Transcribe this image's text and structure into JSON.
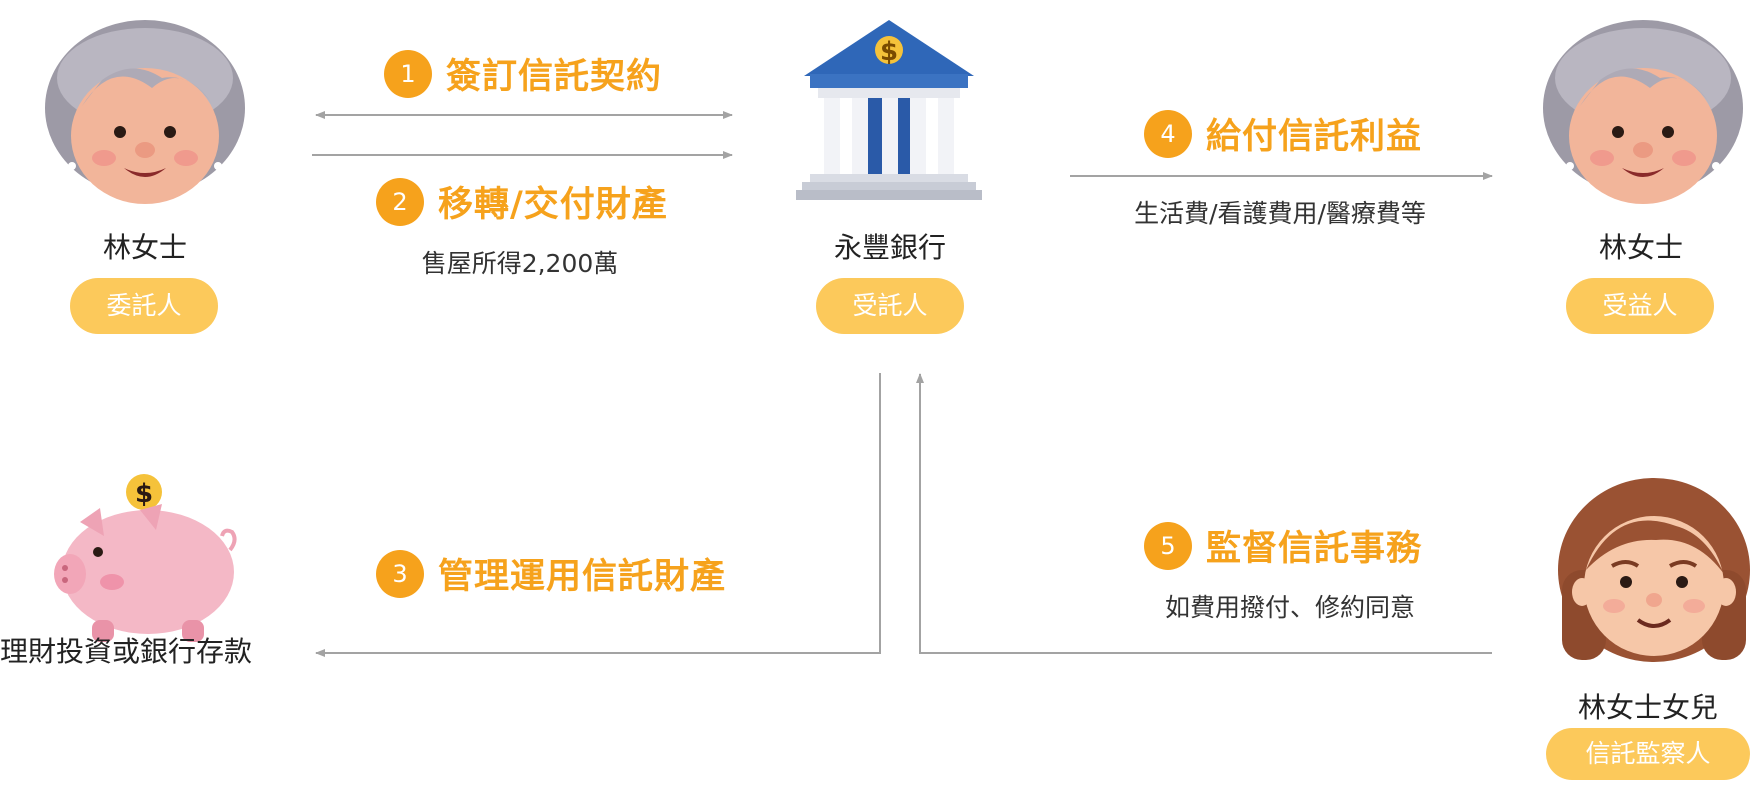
{
  "nodes": {
    "settlor": {
      "name": "林女士",
      "role": "委託人"
    },
    "trustee": {
      "name": "永豐銀行",
      "role": "受託人"
    },
    "beneficiary": {
      "name": "林女士",
      "role": "受益人"
    },
    "investment": {
      "name": "理財投資或銀行存款"
    },
    "supervisor": {
      "name": "林女士女兒",
      "role": "信託監察人"
    }
  },
  "steps": [
    {
      "number": "1",
      "label": "簽訂信託契約",
      "note": ""
    },
    {
      "number": "2",
      "label": "移轉/交付財產",
      "note": "售屋所得2,200萬"
    },
    {
      "number": "3",
      "label": "管理運用信託財產",
      "note": ""
    },
    {
      "number": "4",
      "label": "給付信託利益",
      "note": "生活費/看護費用/醫療費等"
    },
    {
      "number": "5",
      "label": "監督信託事務",
      "note": "如費用撥付、修約同意"
    }
  ],
  "icons": {
    "settlor": "grandmother-avatar-icon",
    "trustee": "bank-building-icon",
    "beneficiary": "grandmother-avatar-icon",
    "investment": "piggy-bank-icon",
    "supervisor": "daughter-avatar-icon"
  },
  "colors": {
    "accent": "#f6a21c",
    "badge": "#fcc95b",
    "line": "#a3a3a3"
  }
}
